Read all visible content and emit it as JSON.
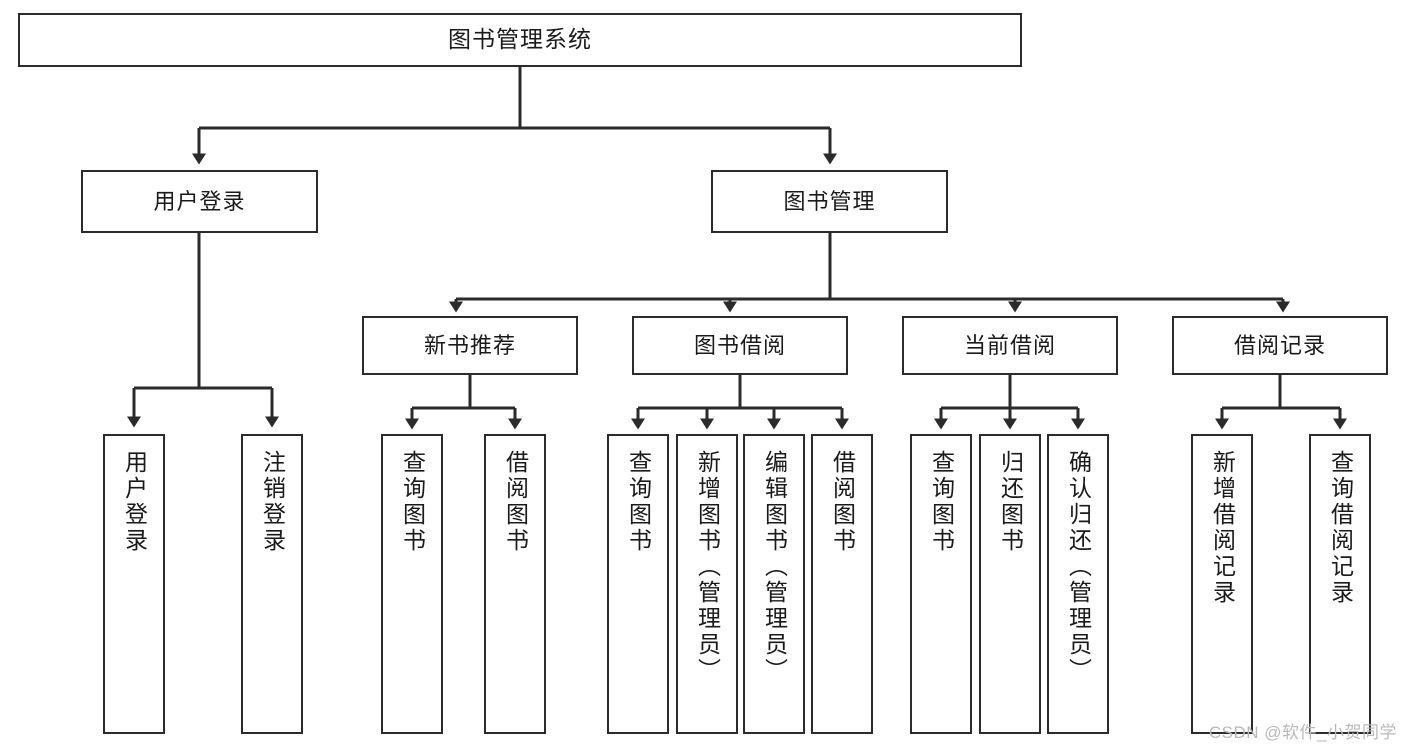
{
  "diagram": {
    "title": "图书管理系统",
    "type": "tree-hierarchy-chart",
    "root": {
      "id": "root",
      "label": "图书管理系统"
    },
    "level2": [
      {
        "id": "user-login",
        "label": "用户登录"
      },
      {
        "id": "book-manage",
        "label": "图书管理"
      }
    ],
    "level3": [
      {
        "id": "new-book-recommend",
        "label": "新书推荐",
        "parent": "book-manage"
      },
      {
        "id": "book-borrow",
        "label": "图书借阅",
        "parent": "book-manage"
      },
      {
        "id": "current-borrow",
        "label": "当前借阅",
        "parent": "book-manage"
      },
      {
        "id": "borrow-record",
        "label": "借阅记录",
        "parent": "book-manage"
      }
    ],
    "leaves": [
      {
        "id": "leaf-user-login",
        "label": "用户登录",
        "parent": "user-login"
      },
      {
        "id": "leaf-user-logout",
        "label": "注销登录",
        "parent": "user-login"
      },
      {
        "id": "leaf-query-book-1",
        "label": "查询图书",
        "parent": "new-book-recommend"
      },
      {
        "id": "leaf-borrow-book-1",
        "label": "借阅图书",
        "parent": "new-book-recommend"
      },
      {
        "id": "leaf-query-book-2",
        "label": "查询图书",
        "parent": "book-borrow"
      },
      {
        "id": "leaf-add-book",
        "label": "新增图书（管理员）",
        "parent": "book-borrow"
      },
      {
        "id": "leaf-edit-book",
        "label": "编辑图书（管理员）",
        "parent": "book-borrow"
      },
      {
        "id": "leaf-borrow-book-2",
        "label": "借阅图书",
        "parent": "book-borrow"
      },
      {
        "id": "leaf-query-book-3",
        "label": "查询图书",
        "parent": "current-borrow"
      },
      {
        "id": "leaf-return-book",
        "label": "归还图书",
        "parent": "current-borrow"
      },
      {
        "id": "leaf-confirm-return",
        "label": "确认归还（管理员）",
        "parent": "current-borrow"
      },
      {
        "id": "leaf-add-record",
        "label": "新增借阅记录",
        "parent": "borrow-record"
      },
      {
        "id": "leaf-query-record",
        "label": "查询借阅记录",
        "parent": "borrow-record"
      }
    ],
    "colors": {
      "stroke": "#2b2b2b",
      "fill": "#ffffff",
      "text": "#1a1a1a",
      "watermark": "#b9b9b9"
    }
  },
  "watermark": {
    "text": "CSDN @软件_小贺同学"
  }
}
